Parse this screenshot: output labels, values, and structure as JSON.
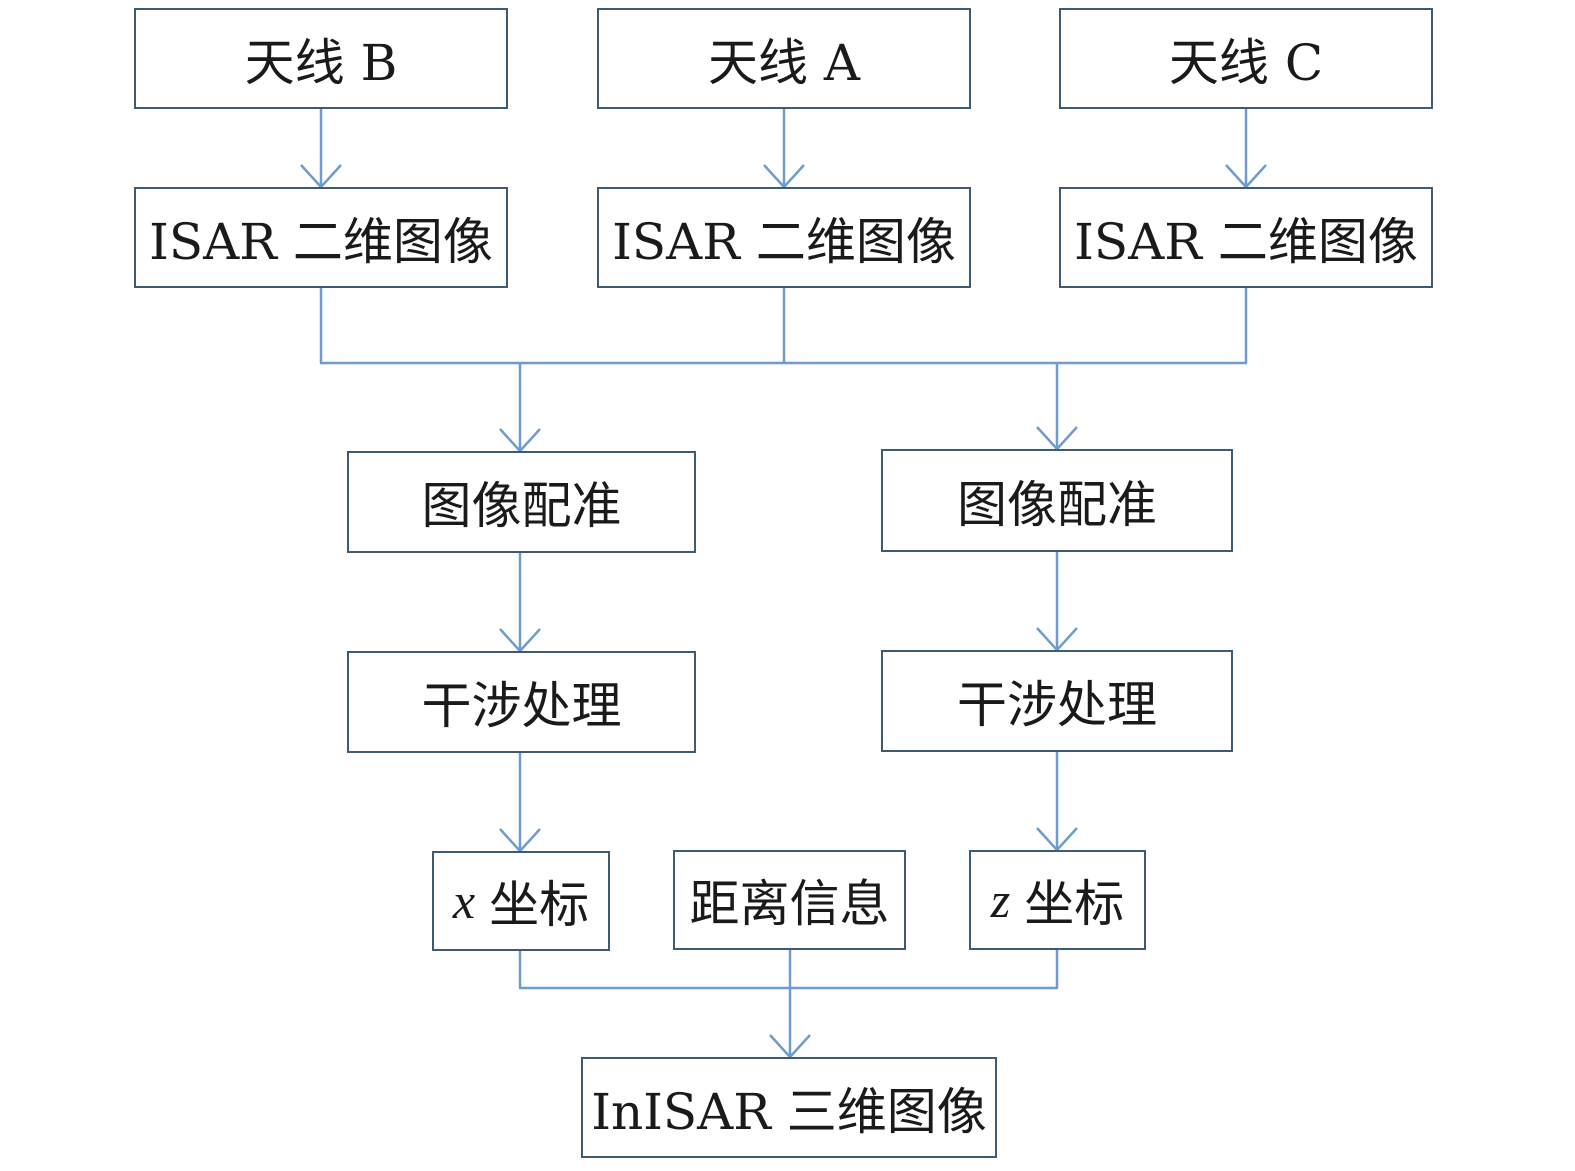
{
  "colors": {
    "box_border": "#3f5a73",
    "connector": "#6f9ccb",
    "text": "#1a1a1a"
  },
  "nodes": {
    "antenna_b": "天线 B",
    "antenna_a": "天线 A",
    "antenna_c": "天线 C",
    "isar_b": "ISAR 二维图像",
    "isar_a": "ISAR 二维图像",
    "isar_c": "ISAR 二维图像",
    "registration_left": "图像配准",
    "registration_right": "图像配准",
    "interference_left": "干涉处理",
    "interference_right": "干涉处理",
    "x_var": "x",
    "x_coord": "坐标",
    "range_info": "距离信息",
    "z_var": "z",
    "z_coord": "坐标",
    "output": "InISAR 三维图像"
  }
}
